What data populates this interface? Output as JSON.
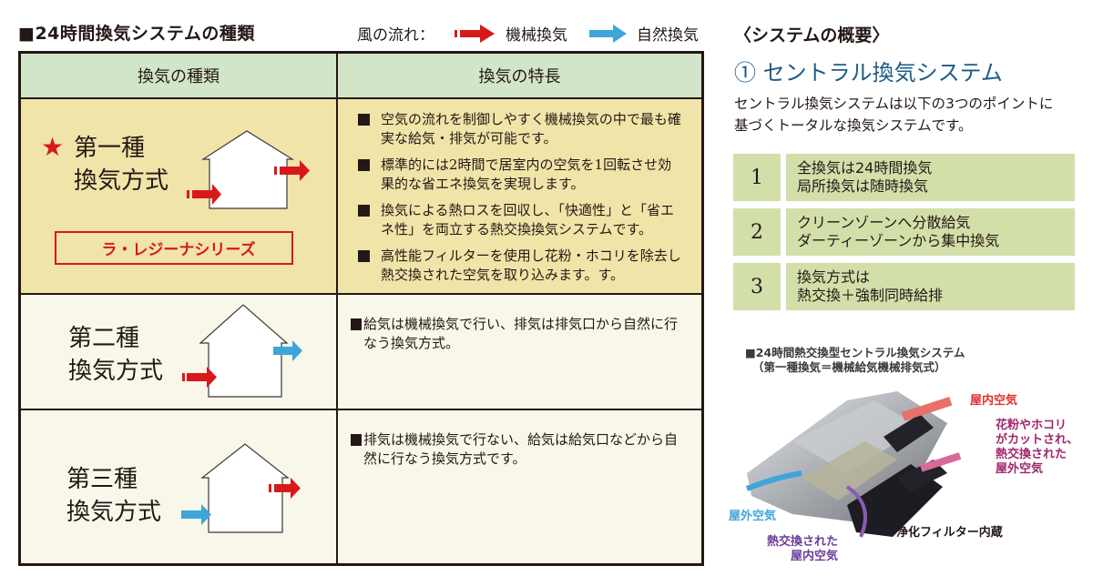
{
  "left": {
    "title": "■24時間換気システムの種類",
    "legend": {
      "label": "風の流れ：",
      "items": [
        {
          "icon": "red-arrow-icon",
          "color": "#d7191c",
          "label": "機械換気"
        },
        {
          "icon": "blue-arrow-icon",
          "color": "#3da5d9",
          "label": "自然換気"
        }
      ]
    },
    "table": {
      "headers": [
        "換気の種類",
        "換気の特長"
      ],
      "rows": [
        {
          "type_line1": "第一種",
          "type_line2": "換気方式",
          "star": "★",
          "series": "ラ・レジーナシリーズ",
          "intake": "mechanical",
          "exhaust": "mechanical",
          "features": [
            "空気の流れを制御しやすく機械換気の中で最も確実な給気・排気が可能です。",
            "標準的には2時間で居室内の空気を1回転させ効果的な省エネ換気を実現します。",
            "換気による熱ロスを回収し、「快適性」と「省エネ性」を両立する熱交換換気システムです。",
            "高性能フィルターを使用し花粉・ホコリを除去し熱交換された空気を取り込みます。す。"
          ]
        },
        {
          "type_line1": "第二種",
          "type_line2": "換気方式",
          "intake": "mechanical",
          "exhaust": "natural",
          "feature": "給気は機械換気で行い、排気は排気口から自然に行なう換気方式。"
        },
        {
          "type_line1": "第三種",
          "type_line2": "換気方式",
          "intake": "natural",
          "exhaust": "mechanical",
          "feature": "排気は機械換気で行ない、給気は給気口などから自然に行なう換気方式です。"
        }
      ]
    }
  },
  "right": {
    "title": "〈システムの概要〉",
    "subtitle": "① セントラル換気システム",
    "description": "セントラル換気システムは以下の3つのポイントに基づくトータルな換気システムです。",
    "points": [
      {
        "num": "1",
        "line1": "全換気は24時間換気",
        "line2": "局所換気は随時換気"
      },
      {
        "num": "2",
        "line1": "クリーンゾーンへ分散給気",
        "line2": "ダーティーゾーンから集中換気"
      },
      {
        "num": "3",
        "line1": "換気方式は",
        "line2": "熱交換＋強制同時給排"
      }
    ],
    "photo": {
      "caption_line1": "■24時間熱交換型セントラル換気システム",
      "caption_line2": "（第一種換気＝機械給気機械排気式）",
      "labels": {
        "indoor_air": "屋内空気",
        "pollen_1": "花粉やホコリ",
        "pollen_2": "がカットされ、",
        "pollen_3": "熱交換された",
        "pollen_4": "屋外空気",
        "outdoor_air": "屋外空気",
        "hx_indoor_1": "熱交換された",
        "hx_indoor_2": "屋内空気",
        "filter": "浄化フィルター内蔵"
      }
    }
  },
  "colors": {
    "mechanical": "#d7191c",
    "natural": "#3da5d9",
    "header_bg": "#d3e5c9",
    "row1_bg": "#f1e4a8",
    "row_bg": "#f9f6ea",
    "point_bg": "#d3dfa9",
    "subtitle": "#1d5b86"
  }
}
